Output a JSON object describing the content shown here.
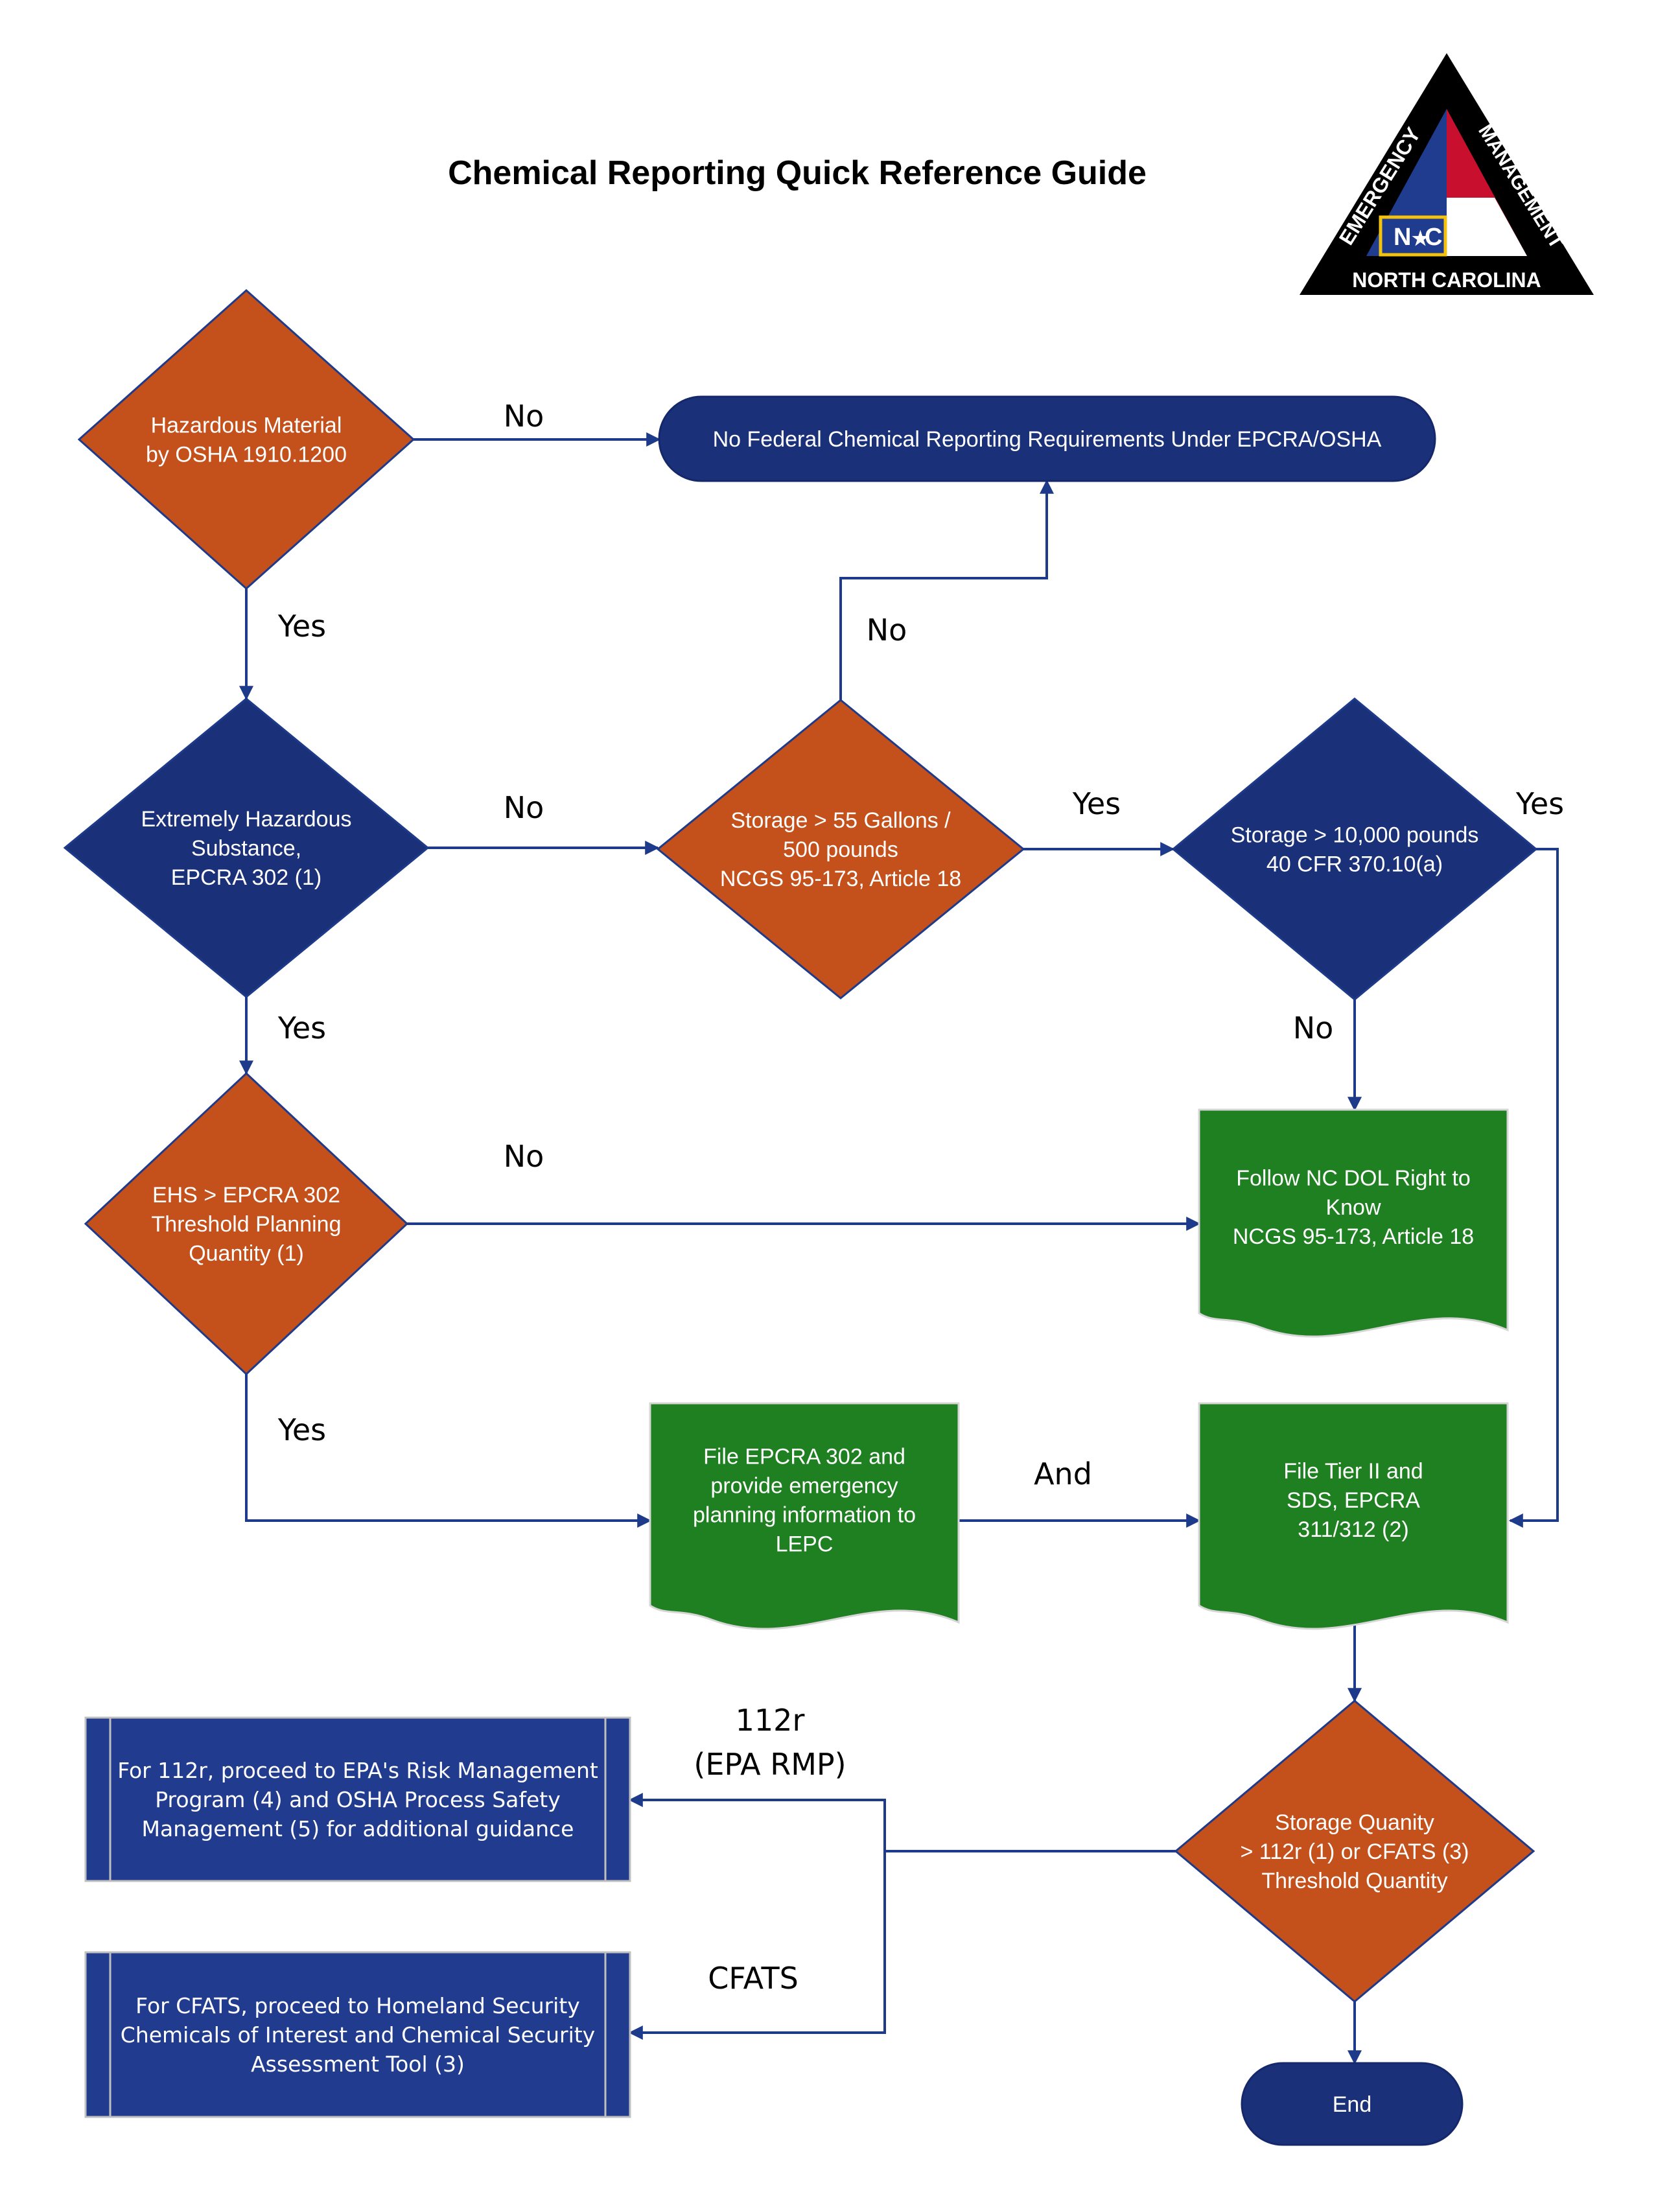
{
  "title": "Chemical Reporting Quick Reference Guide",
  "colors": {
    "orange": "#C4501B",
    "navy": "#1A3078",
    "green": "#1E8020",
    "blue_box": "#213B8F",
    "line": "#1E3A8A",
    "logo_red": "#C8102E",
    "logo_blue": "#1F3C8F",
    "logo_gold": "#F4C20D"
  },
  "logo": {
    "top_left": "EMERGENCY",
    "top_right": "MANAGEMENT",
    "bottom": "NORTH CAROLINA",
    "n": "N",
    "star": "★",
    "c": "C"
  },
  "nodes": {
    "hazmat": [
      "Hazardous Material",
      "by OSHA 1910.1200"
    ],
    "no_federal": [
      "No Federal Chemical Reporting Requirements Under EPCRA/OSHA"
    ],
    "ehs": [
      "Extremely Hazardous",
      "Substance,",
      "EPCRA 302 (1)"
    ],
    "storage55": [
      "Storage > 55 Gallons /",
      "500 pounds",
      "NCGS 95-173, Article 18"
    ],
    "storage10k": [
      "Storage > 10,000 pounds",
      "40 CFR 370.10(a)"
    ],
    "ehs_tpq": [
      "EHS > EPCRA 302",
      "Threshold Planning",
      "Quantity (1)"
    ],
    "nc_dol": [
      "Follow NC DOL Right to",
      "Know",
      "NCGS 95-173, Article 18"
    ],
    "file302": [
      "File EPCRA 302 and",
      "provide emergency",
      "planning information to",
      "LEPC"
    ],
    "tier2": [
      "File Tier II and",
      "SDS, EPCRA",
      "311/312 (2)"
    ],
    "storage_qty": [
      "Storage Quanity",
      "> 112r (1) or CFATS (3)",
      "Threshold Quantity"
    ],
    "rmp_box": [
      "For 112r, proceed to EPA's Risk Management",
      "Program (4) and OSHA Process Safety",
      "Management (5) for additional guidance"
    ],
    "cfats_box": [
      "For CFATS, proceed to Homeland Security",
      "Chemicals of Interest and Chemical Security",
      "Assessment Tool (3)"
    ],
    "end": [
      "End"
    ]
  },
  "edge_labels": {
    "hazmat_no": "No",
    "hazmat_yes": "Yes",
    "storage55_no": "No",
    "ehs_no": "No",
    "storage55_yes": "Yes",
    "storage10k_yes": "Yes",
    "ehs_yes": "Yes",
    "storage10k_no": "No",
    "ehs_tpq_no": "No",
    "ehs_tpq_yes": "Yes",
    "and": "And",
    "rmp_line1": "112r",
    "rmp_line2": "(EPA RMP)",
    "cfats": "CFATS"
  }
}
